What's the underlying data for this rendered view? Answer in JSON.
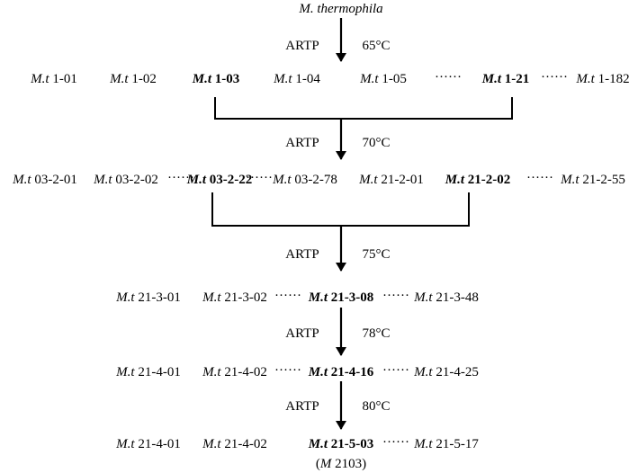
{
  "root": "M. thermophila",
  "steps": [
    {
      "method": "ARTP",
      "temperature": "65°C"
    },
    {
      "method": "ARTP",
      "temperature": "70°C"
    },
    {
      "method": "ARTP",
      "temperature": "75°C"
    },
    {
      "method": "ARTP",
      "temperature": "78°C"
    },
    {
      "method": "ARTP",
      "temperature": "80°C"
    }
  ],
  "strain_prefix": "M.t",
  "row1": {
    "s1": "1-01",
    "s2": "1-02",
    "s3": "1-03",
    "s4": "1-04",
    "s5": "1-05",
    "s6": "1-21",
    "s7": "1-182"
  },
  "row2": {
    "s1": "03-2-01",
    "s2": "03-2-02",
    "s3": "03-2-22",
    "s4": "03-2-78",
    "s5": "21-2-01",
    "s6": "21-2-02",
    "s7": "21-2-55"
  },
  "row3": {
    "s1": "21-3-01",
    "s2": "21-3-02",
    "s3": "21-3-08",
    "s4": "21-3-48"
  },
  "row4": {
    "s1": "21-4-01",
    "s2": "21-4-02",
    "s3": "21-4-16",
    "s4": "21-4-25"
  },
  "row5": {
    "s1": "21-4-01",
    "s2": "21-4-02",
    "s3": "21-5-03",
    "s4": "21-5-17"
  },
  "ellipsis": "······",
  "final": {
    "prefix": "M",
    "number": "2103"
  },
  "colors": {
    "ink": "#000000",
    "background": "#ffffff"
  }
}
